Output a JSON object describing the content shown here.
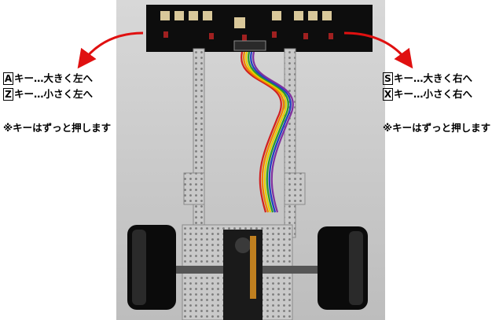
{
  "left_panel": {
    "items": [
      {
        "key": "A",
        "text": "キー…大きく左へ"
      },
      {
        "key": "Z",
        "text": "キー…小さく左へ"
      }
    ],
    "note": "※キーはずっと押します"
  },
  "right_panel": {
    "items": [
      {
        "key": "S",
        "text": "キー…大きく右へ"
      },
      {
        "key": "X",
        "text": "キー…小さく右へ"
      }
    ],
    "note": "※キーはずっと押します"
  },
  "colors": {
    "arrow": "#e01010",
    "pcb": "#0d0d0d",
    "frame": "#c8c8c8",
    "tire": "#0b0b0b"
  }
}
